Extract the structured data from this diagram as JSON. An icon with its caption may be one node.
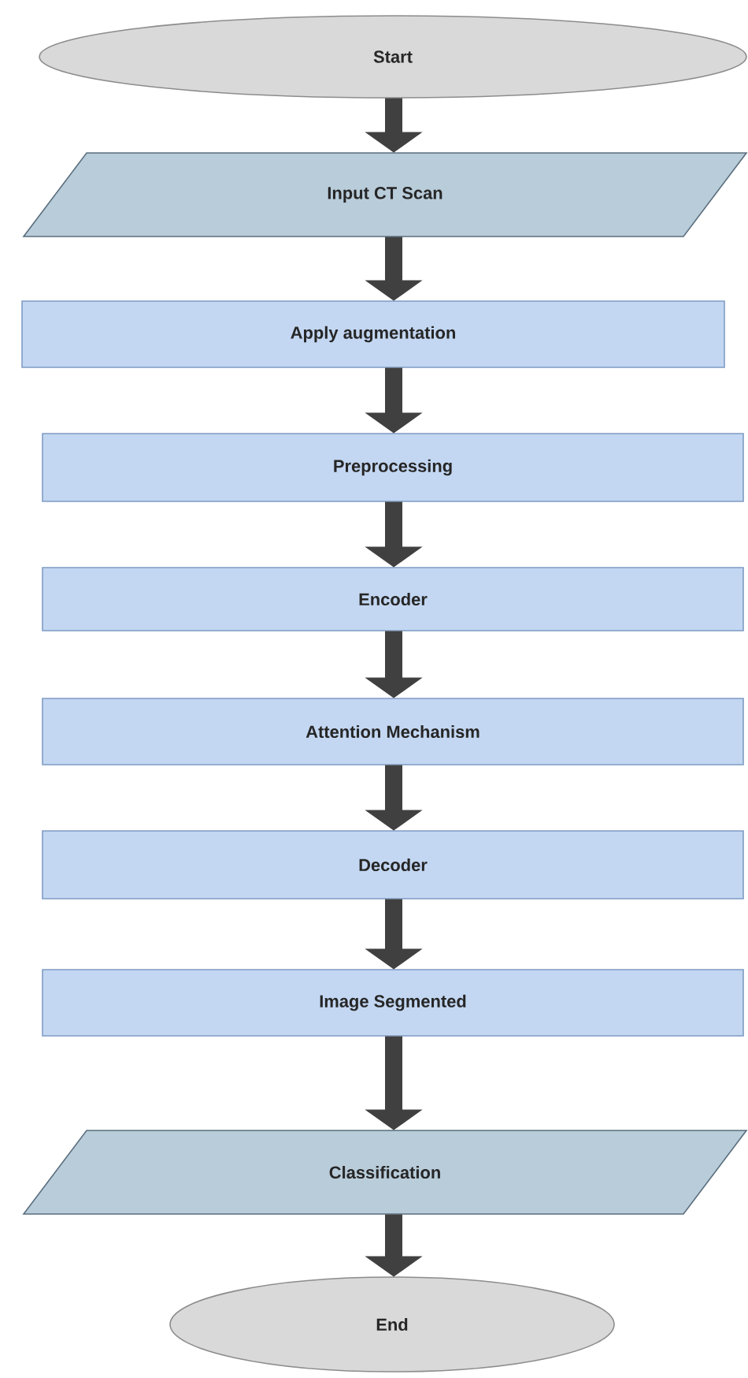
{
  "diagram": {
    "nodes": [
      {
        "text": [
          "Start"
        ]
      },
      {
        "text": [
          "Input CT Scan"
        ]
      },
      {
        "text": [
          "Apply augmentation"
        ]
      },
      {
        "text": [
          "Preprocessing"
        ]
      },
      {
        "text": [
          "Encoder"
        ]
      },
      {
        "text": [
          "Attention Mechanism"
        ]
      },
      {
        "text": [
          "Decoder"
        ]
      },
      {
        "text": [
          "Image Segmented"
        ]
      },
      {
        "text": [
          "Classification"
        ]
      },
      {
        "text": [
          "End"
        ]
      }
    ],
    "edges": [
      {
        "from": 0,
        "to": 1,
        "arrow": "to"
      },
      {
        "from": 1,
        "to": 2,
        "arrow": "to"
      },
      {
        "from": 2,
        "to": 3,
        "arrow": "to"
      },
      {
        "from": 3,
        "to": 4,
        "arrow": "to"
      },
      {
        "from": 4,
        "to": 5,
        "arrow": "to"
      },
      {
        "from": 5,
        "to": 6,
        "arrow": "to"
      },
      {
        "from": 6,
        "to": 7,
        "arrow": "to"
      },
      {
        "from": 7,
        "to": 8,
        "arrow": "to"
      },
      {
        "from": 8,
        "to": 9,
        "arrow": "to"
      }
    ]
  }
}
